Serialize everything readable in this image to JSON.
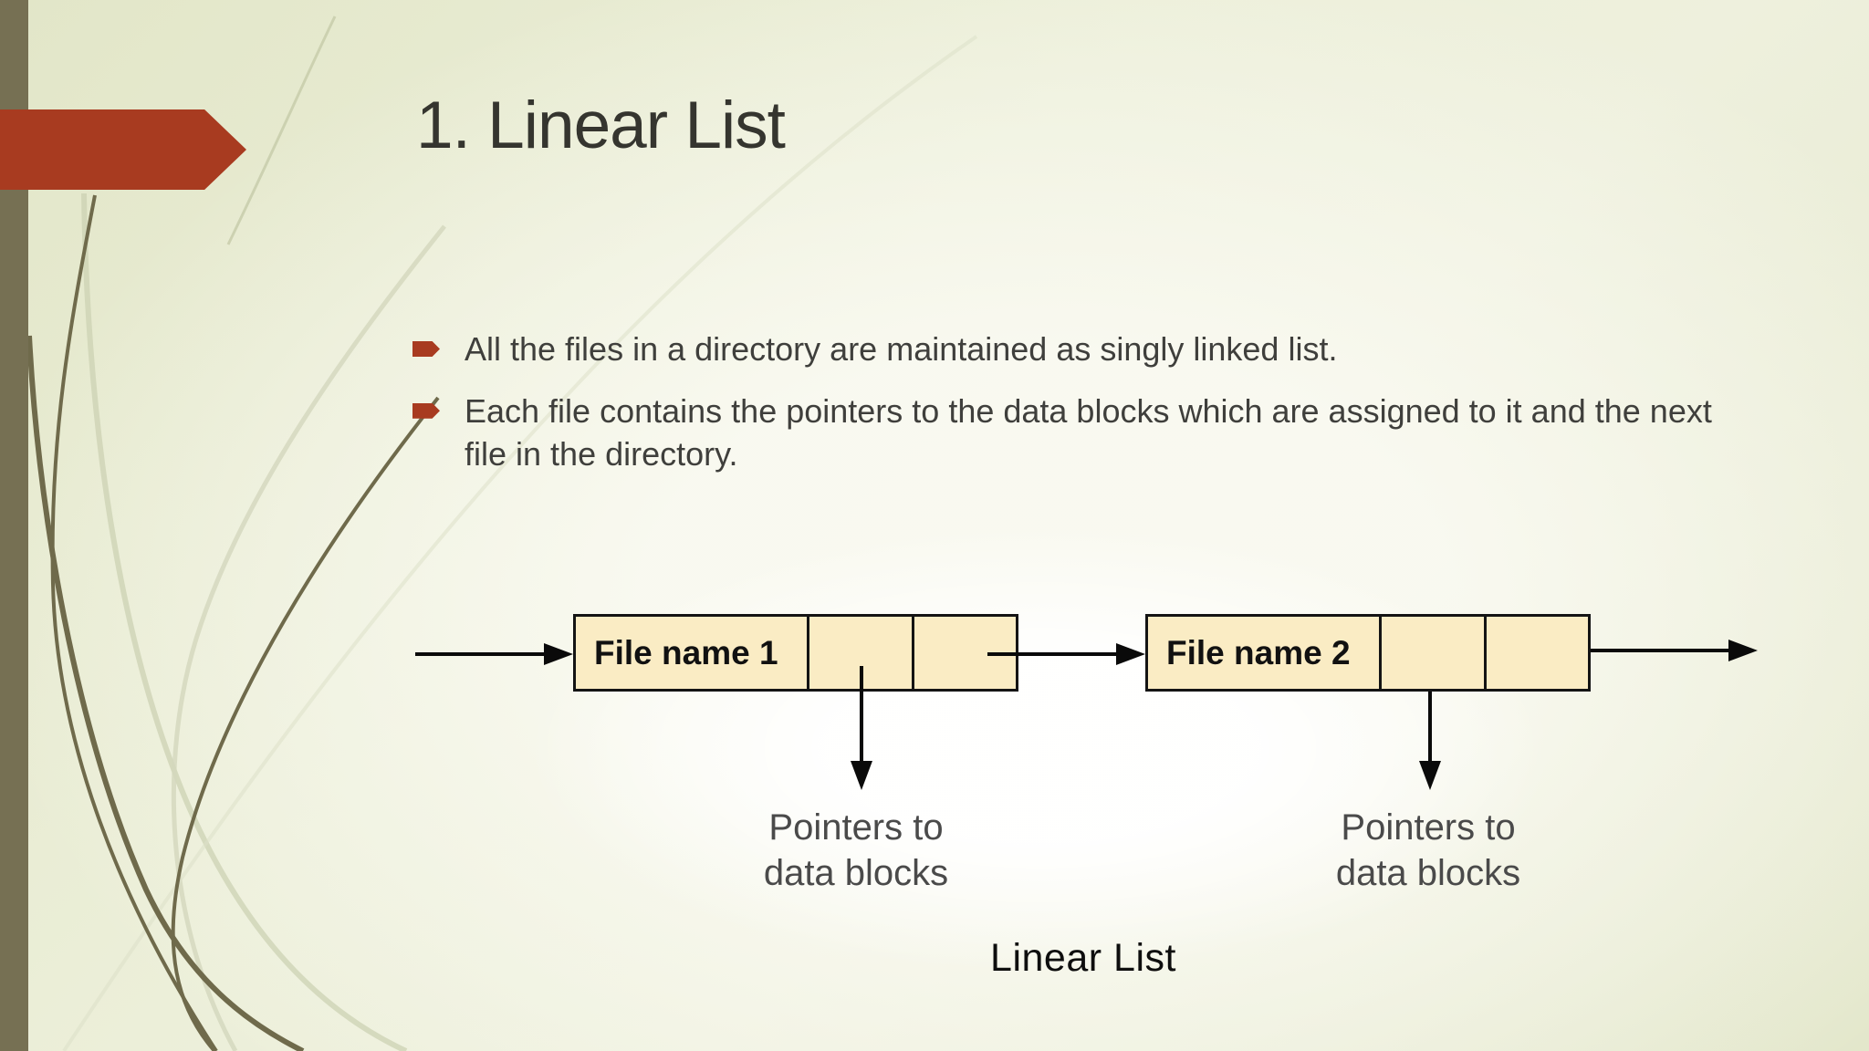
{
  "slide_title": "1. Linear List",
  "bullets": [
    "All the files in a directory are maintained as singly linked list.",
    "Each file contains the pointers to the data blocks which are assigned to it and the next file in the directory."
  ],
  "diagram": {
    "nodes": [
      {
        "name_label": "File name 1",
        "pointers_label": "Pointers to\ndata blocks"
      },
      {
        "name_label": "File name 2",
        "pointers_label": "Pointers to\ndata blocks"
      }
    ],
    "caption": "Linear List"
  },
  "colors": {
    "accent-red": "#a83b20",
    "strip-olive": "#767053",
    "node-fill": "#faecc4",
    "node-border": "#141414",
    "title-text": "#35352f",
    "body-text": "#3f3f3c",
    "pointer-label-text": "#4a4a4a",
    "caption-text": "#0e0e0e",
    "wisp-dark": "#6f6a4b",
    "wisp-light": "#ccd1b3",
    "arrow-stroke": "#0a0a0a"
  }
}
